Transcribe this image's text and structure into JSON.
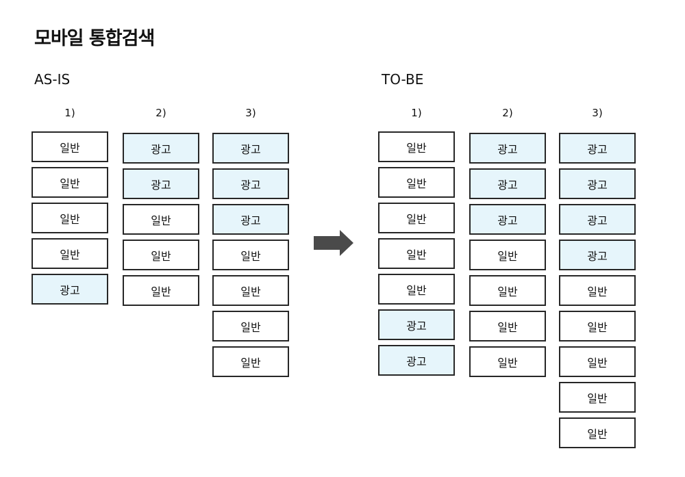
{
  "title": "모바일 통합검색",
  "colors": {
    "ad_fill": "#e6f5fb",
    "normal_fill": "#ffffff",
    "border": "#262626"
  },
  "arrow_icon": "right-arrow-icon",
  "asis": {
    "label": "AS-IS",
    "columns": [
      {
        "label": "1)",
        "items": [
          "일반",
          "일반",
          "일반",
          "일반",
          "광고"
        ]
      },
      {
        "label": "2)",
        "items": [
          "광고",
          "광고",
          "일반",
          "일반",
          "일반"
        ]
      },
      {
        "label": "3)",
        "items": [
          "광고",
          "광고",
          "광고",
          "일반",
          "일반",
          "일반",
          "일반"
        ]
      }
    ]
  },
  "tobe": {
    "label": "TO-BE",
    "columns": [
      {
        "label": "1)",
        "items": [
          "일반",
          "일반",
          "일반",
          "일반",
          "일반",
          "광고",
          "광고"
        ]
      },
      {
        "label": "2)",
        "items": [
          "광고",
          "광고",
          "광고",
          "일반",
          "일반",
          "일반",
          "일반"
        ]
      },
      {
        "label": "3)",
        "items": [
          "광고",
          "광고",
          "광고",
          "광고",
          "일반",
          "일반",
          "일반",
          "일반",
          "일반"
        ]
      }
    ]
  }
}
